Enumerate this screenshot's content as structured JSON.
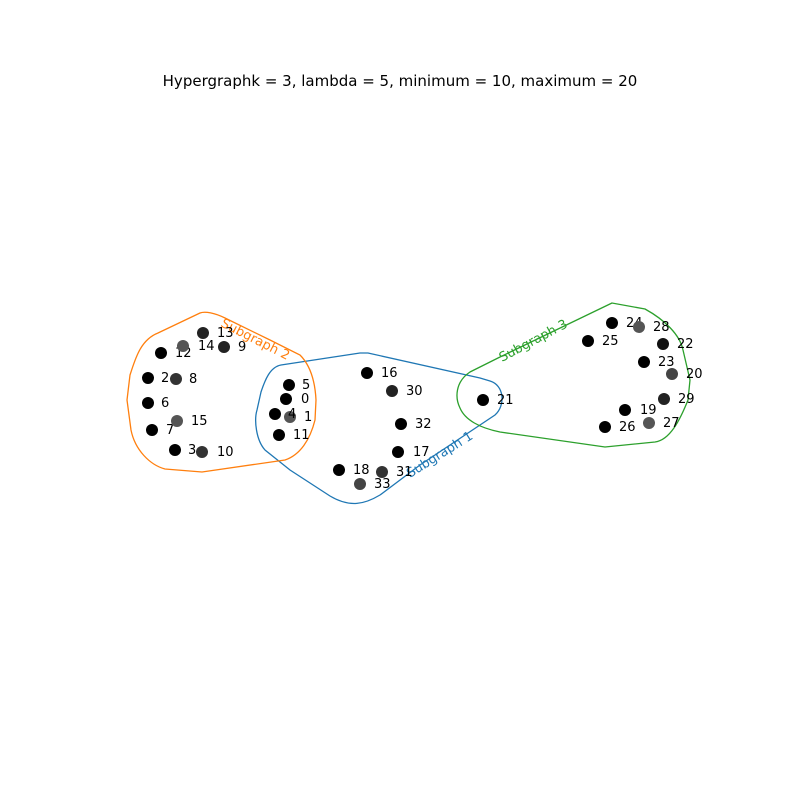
{
  "title": "Hypergraphk = 3, lambda = 5, minimum = 10, maximum = 20",
  "subgraphs": [
    {
      "name": "Subgraph 1",
      "color": "#1f77b4"
    },
    {
      "name": "Subgraph 2",
      "color": "#ff7f0e"
    },
    {
      "name": "Subgraph 3",
      "color": "#2ca02c"
    }
  ],
  "nodes": [
    {
      "id": "0",
      "fill": "#000000"
    },
    {
      "id": "1",
      "fill": "#555555"
    },
    {
      "id": "2",
      "fill": "#000000"
    },
    {
      "id": "3",
      "fill": "#000000"
    },
    {
      "id": "4",
      "fill": "#000000"
    },
    {
      "id": "5",
      "fill": "#000000"
    },
    {
      "id": "6",
      "fill": "#000000"
    },
    {
      "id": "7",
      "fill": "#000000"
    },
    {
      "id": "8",
      "fill": "#333333"
    },
    {
      "id": "9",
      "fill": "#222222"
    },
    {
      "id": "10",
      "fill": "#333333"
    },
    {
      "id": "11",
      "fill": "#000000"
    },
    {
      "id": "12",
      "fill": "#000000"
    },
    {
      "id": "13",
      "fill": "#222222"
    },
    {
      "id": "14",
      "fill": "#555555"
    },
    {
      "id": "15",
      "fill": "#555555"
    },
    {
      "id": "16",
      "fill": "#000000"
    },
    {
      "id": "17",
      "fill": "#000000"
    },
    {
      "id": "18",
      "fill": "#000000"
    },
    {
      "id": "19",
      "fill": "#000000"
    },
    {
      "id": "20",
      "fill": "#444444"
    },
    {
      "id": "21",
      "fill": "#000000"
    },
    {
      "id": "22",
      "fill": "#111111"
    },
    {
      "id": "23",
      "fill": "#000000"
    },
    {
      "id": "24",
      "fill": "#000000"
    },
    {
      "id": "25",
      "fill": "#000000"
    },
    {
      "id": "26",
      "fill": "#000000"
    },
    {
      "id": "27",
      "fill": "#555555"
    },
    {
      "id": "28",
      "fill": "#555555"
    },
    {
      "id": "29",
      "fill": "#222222"
    },
    {
      "id": "30",
      "fill": "#222222"
    },
    {
      "id": "31",
      "fill": "#333333"
    },
    {
      "id": "32",
      "fill": "#000000"
    },
    {
      "id": "33",
      "fill": "#444444"
    }
  ]
}
